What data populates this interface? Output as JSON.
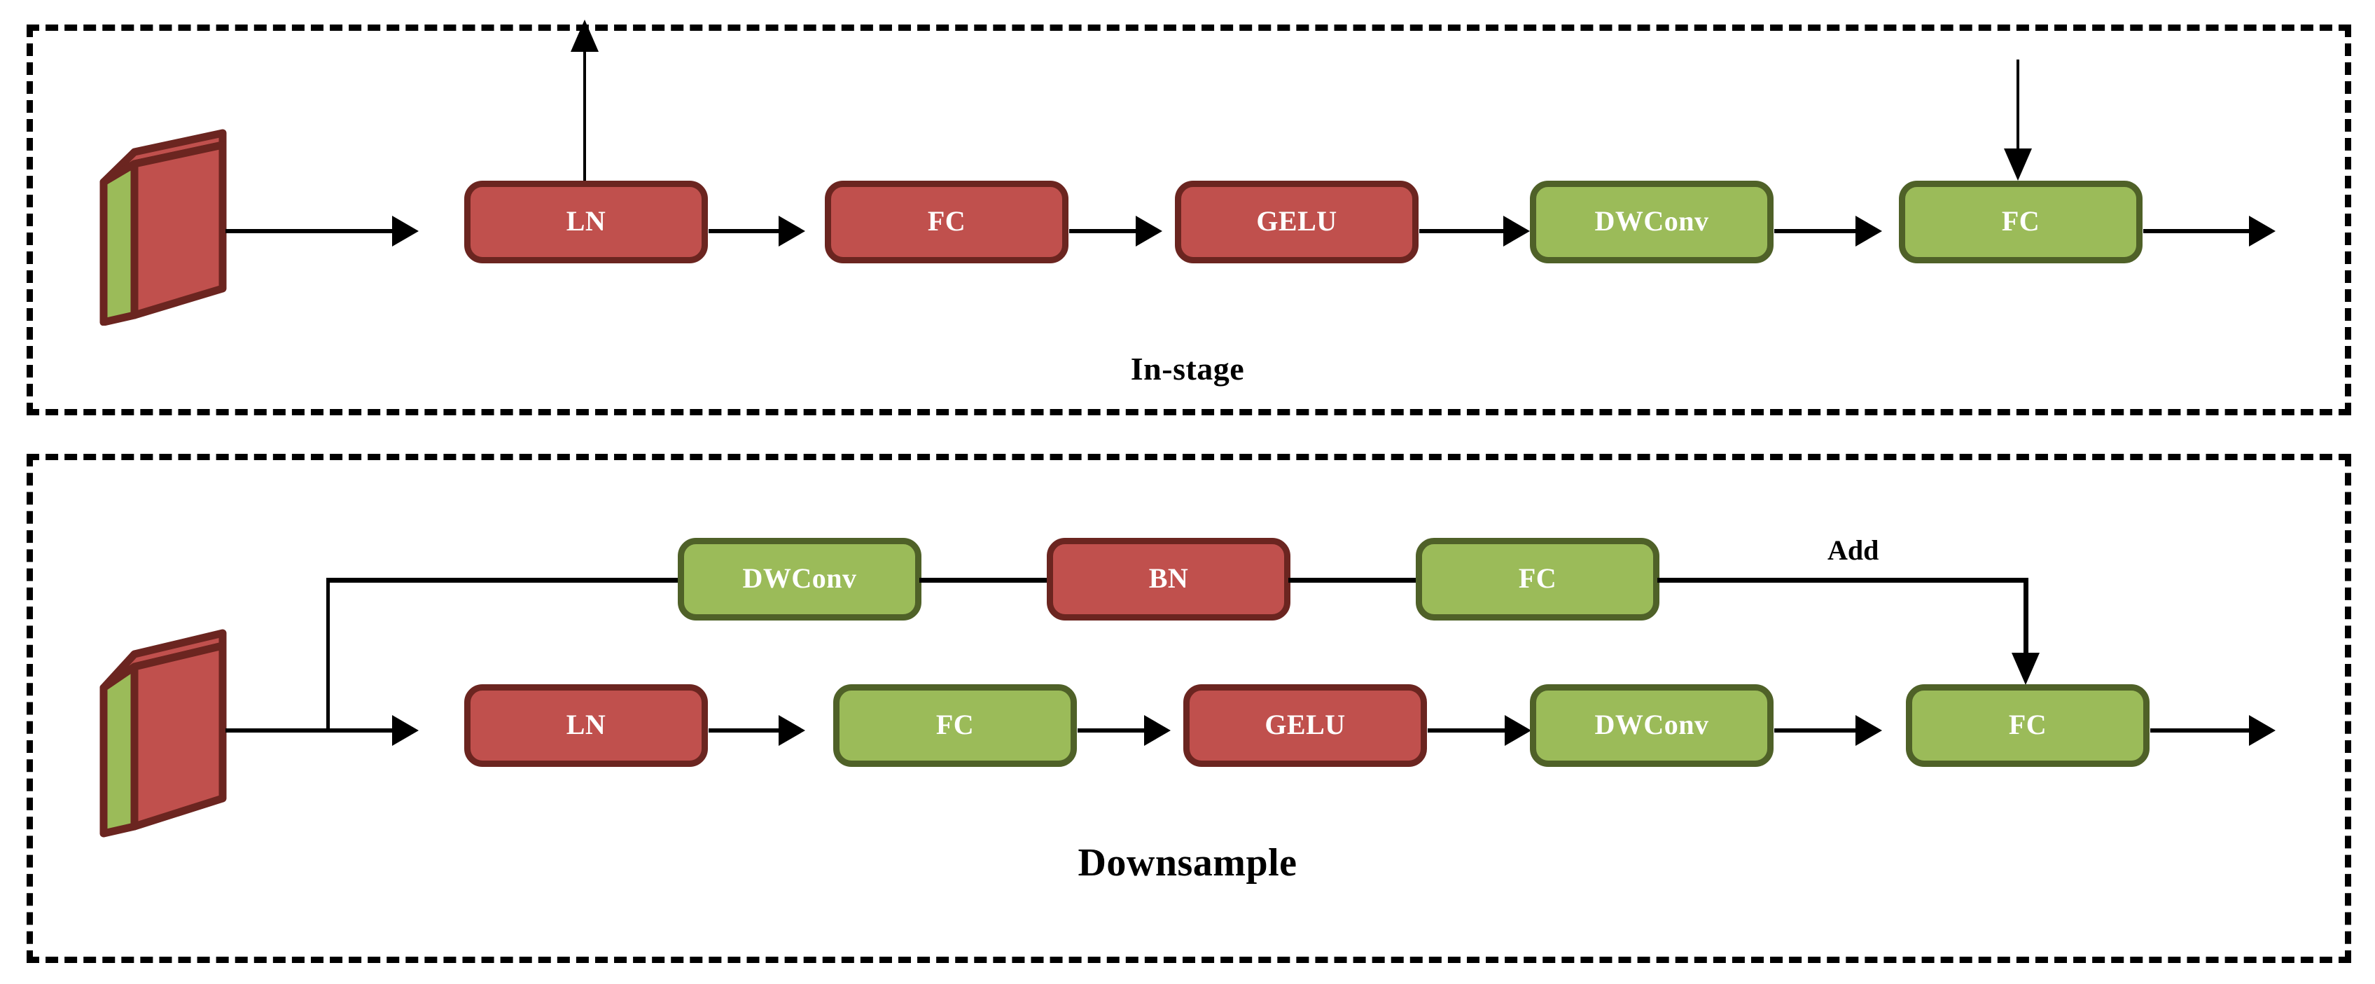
{
  "figure": {
    "title_hidden": "",
    "background": "#ffffff",
    "colors": {
      "red_fill": "#c0504d",
      "red_border": "#6b2520",
      "green_fill": "#9bbb59",
      "green_border": "#4f6128",
      "line": "#000000",
      "label_text": "#ffffff",
      "caption_text": "#000000"
    }
  },
  "panels": [
    {
      "id": "in-stage",
      "caption": "In-stage",
      "input_tensor": {
        "name": "feature-map-slab",
        "front_face": "#c0504d",
        "side_face": "#9bbb59"
      },
      "branch_out_label": "",
      "main_path": [
        {
          "label": "LN",
          "style": "red"
        },
        {
          "label": "FC",
          "style": "red"
        },
        {
          "label": "GELU",
          "style": "red"
        },
        {
          "label": "DWConv",
          "style": "green"
        },
        {
          "label": "FC",
          "style": "green"
        }
      ]
    },
    {
      "id": "downsample",
      "caption": "Downsample",
      "input_tensor": {
        "name": "feature-map-slab",
        "front_face": "#c0504d",
        "side_face": "#9bbb59"
      },
      "merge_label": "Add",
      "skip_path": [
        {
          "label": "DWConv",
          "style": "green"
        },
        {
          "label": "BN",
          "style": "red"
        },
        {
          "label": "FC",
          "style": "green"
        }
      ],
      "main_path": [
        {
          "label": "LN",
          "style": "red"
        },
        {
          "label": "FC",
          "style": "green"
        },
        {
          "label": "GELU",
          "style": "red"
        },
        {
          "label": "DWConv",
          "style": "green"
        },
        {
          "label": "FC",
          "style": "green"
        }
      ]
    }
  ]
}
